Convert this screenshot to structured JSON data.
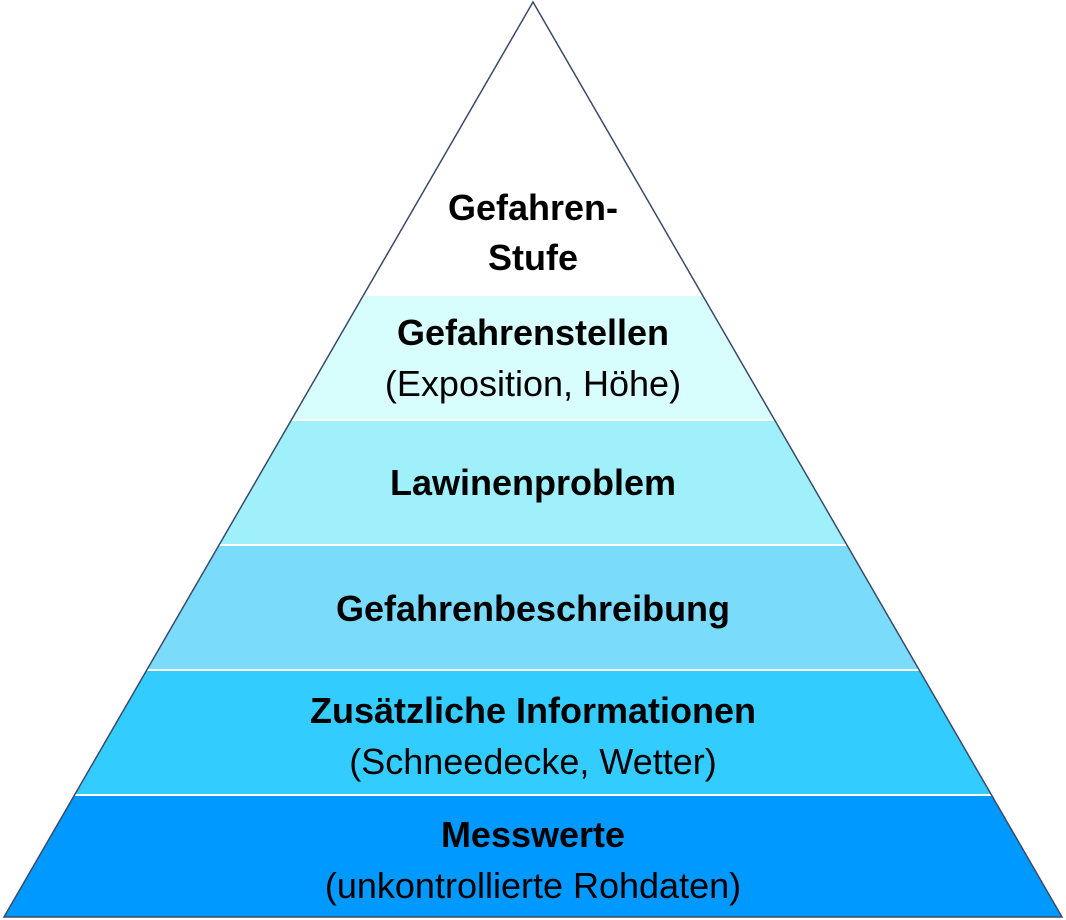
{
  "levels": [
    {
      "title": "Gefahren-",
      "title2": "Stufe",
      "color": "#ffffff"
    },
    {
      "title": "Gefahrenstellen",
      "subtitle": "(Exposition, Höhe)",
      "color": "#d7fdfd"
    },
    {
      "title": "Lawinenproblem",
      "color": "#a0f0fc"
    },
    {
      "title": "Gefahrenbeschreibung",
      "color": "#7adbfb"
    },
    {
      "title": "Zusätzliche Informationen",
      "subtitle": "(Schneedecke, Wetter)",
      "color": "#33ccff"
    },
    {
      "title": "Messwerte",
      "subtitle": "(unkontrollierte Rohdaten)",
      "color": "#0099ff"
    }
  ],
  "outline_color": "#3b4a6b"
}
